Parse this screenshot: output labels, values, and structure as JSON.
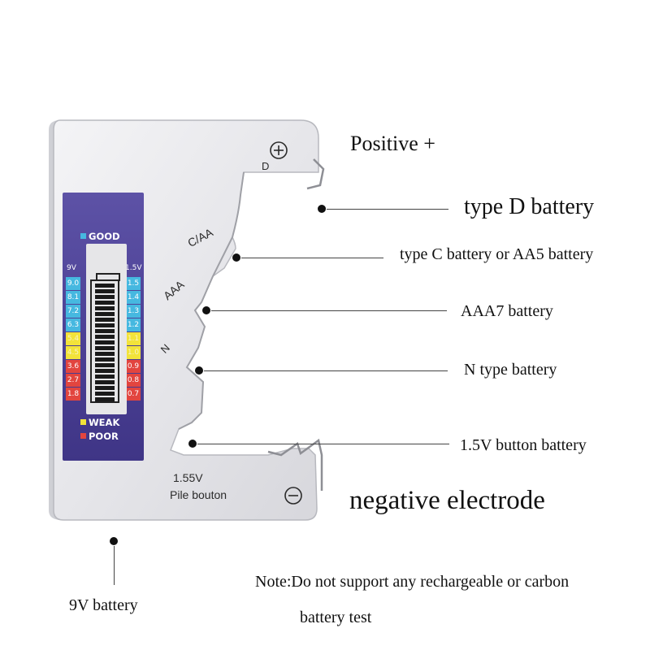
{
  "device": {
    "screen": {
      "good_label": "GOOD",
      "weak_label": "WEAK",
      "poor_label": "POOR",
      "header_9v": "9V",
      "header_15v": "1.5V",
      "scale_9v": [
        "9.0",
        "8.1",
        "7.2",
        "6.3",
        "5.4",
        "4.5",
        "3.6",
        "2.7",
        "1.8"
      ],
      "scale_15v": [
        "1.5",
        "1.4",
        "1.3",
        "1.2",
        "1.1",
        "1.0",
        "0.9",
        "0.8",
        "0.7"
      ],
      "scale_levels": [
        "good",
        "good",
        "good",
        "good",
        "weak",
        "weak",
        "poor",
        "poor",
        "poor"
      ],
      "gauge_segments": 21
    },
    "slot_labels": {
      "d": "D",
      "c_aa": "C/AA",
      "aaa": "AAA",
      "n": "N",
      "button_voltage": "1.55V",
      "button_name": "Pile bouton"
    },
    "icons": {
      "positive": "plus-circle-icon",
      "negative": "minus-circle-icon"
    },
    "colors": {
      "body": "#ececef",
      "screen": "#4a3f93",
      "good": "#46b8e0",
      "weak": "#f2e33a",
      "poor": "#e2453f"
    }
  },
  "annotations": {
    "positive": "Positive +",
    "type_d": "type D battery",
    "type_c": "type C battery or AA5 battery",
    "aaa": "AAA7 battery",
    "n_type": "N type battery",
    "button": "1.5V button battery",
    "negative": "negative electrode",
    "nine_v": "9V battery",
    "note_line1": "Note:Do not support any rechargeable or carbon",
    "note_line2": "battery test"
  }
}
